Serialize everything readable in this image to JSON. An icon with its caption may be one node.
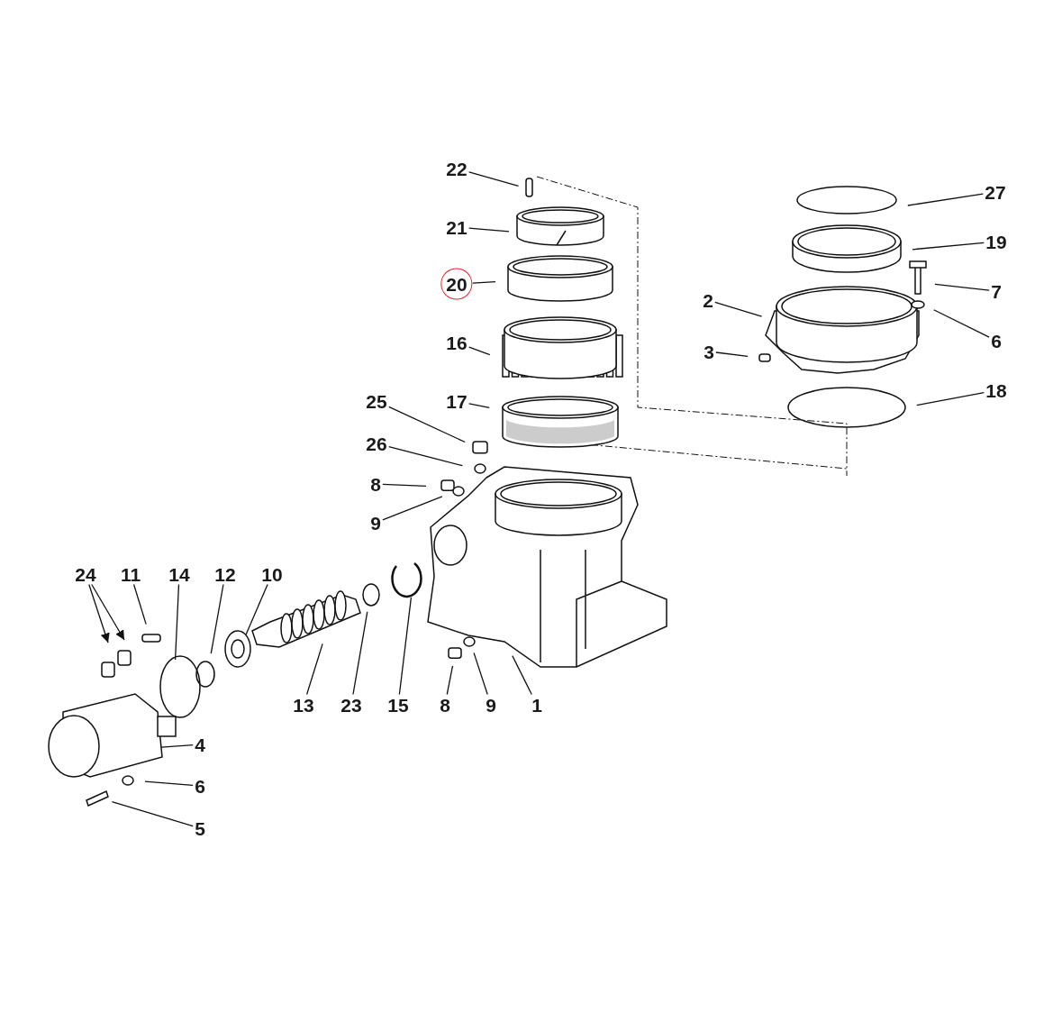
{
  "diagram": {
    "nodes": [
      {
        "text": [
          "22"
        ]
      },
      {
        "text": [
          "27"
        ]
      },
      {
        "text": [
          "21"
        ]
      },
      {
        "text": [
          "19"
        ]
      },
      {
        "text": [
          "20"
        ]
      },
      {
        "text": [
          "7"
        ]
      },
      {
        "text": [
          "2"
        ]
      },
      {
        "text": [
          "16"
        ]
      },
      {
        "text": [
          "6"
        ]
      },
      {
        "text": [
          "3"
        ]
      },
      {
        "text": [
          "25"
        ]
      },
      {
        "text": [
          "17"
        ]
      },
      {
        "text": [
          "18"
        ]
      },
      {
        "text": [
          "26"
        ]
      },
      {
        "text": [
          "8"
        ]
      },
      {
        "text": [
          "9"
        ]
      },
      {
        "text": [
          "24"
        ]
      },
      {
        "text": [
          "11"
        ]
      },
      {
        "text": [
          "14"
        ]
      },
      {
        "text": [
          "12"
        ]
      },
      {
        "text": [
          "10"
        ]
      },
      {
        "text": [
          "4"
        ]
      },
      {
        "text": [
          "6"
        ]
      },
      {
        "text": [
          "5"
        ]
      },
      {
        "text": [
          "13"
        ]
      },
      {
        "text": [
          "23"
        ]
      },
      {
        "text": [
          "15"
        ]
      },
      {
        "text": [
          "8"
        ]
      },
      {
        "text": [
          "9"
        ]
      },
      {
        "text": [
          "1"
        ]
      }
    ],
    "edges": [
      {
        "from": 0,
        "to": null,
        "arrow": "none"
      },
      {
        "from": 1,
        "to": null,
        "arrow": "none"
      },
      {
        "from": 2,
        "to": null,
        "arrow": "none"
      },
      {
        "from": 3,
        "to": null,
        "arrow": "none"
      },
      {
        "from": 4,
        "to": null,
        "arrow": "none"
      },
      {
        "from": 5,
        "to": null,
        "arrow": "none"
      },
      {
        "from": 6,
        "to": null,
        "arrow": "none"
      },
      {
        "from": 7,
        "to": null,
        "arrow": "none"
      },
      {
        "from": 8,
        "to": null,
        "arrow": "none"
      },
      {
        "from": 9,
        "to": null,
        "arrow": "none"
      },
      {
        "from": 10,
        "to": null,
        "arrow": "none"
      },
      {
        "from": 11,
        "to": null,
        "arrow": "none"
      },
      {
        "from": 12,
        "to": null,
        "arrow": "none"
      },
      {
        "from": 13,
        "to": null,
        "arrow": "none"
      },
      {
        "from": 14,
        "to": null,
        "arrow": "none"
      },
      {
        "from": 15,
        "to": null,
        "arrow": "none"
      },
      {
        "from": 16,
        "to": null,
        "arrow": "to"
      },
      {
        "from": 16,
        "to": null,
        "arrow": "to"
      },
      {
        "from": 17,
        "to": null,
        "arrow": "none"
      },
      {
        "from": 18,
        "to": null,
        "arrow": "none"
      },
      {
        "from": 19,
        "to": null,
        "arrow": "none"
      },
      {
        "from": 20,
        "to": null,
        "arrow": "none"
      },
      {
        "from": 21,
        "to": null,
        "arrow": "none"
      },
      {
        "from": 22,
        "to": null,
        "arrow": "none"
      },
      {
        "from": 23,
        "to": null,
        "arrow": "none"
      },
      {
        "from": 24,
        "to": null,
        "arrow": "none"
      },
      {
        "from": 25,
        "to": null,
        "arrow": "none"
      },
      {
        "from": 26,
        "to": null,
        "arrow": "none"
      },
      {
        "from": 27,
        "to": null,
        "arrow": "none"
      },
      {
        "from": 28,
        "to": null,
        "arrow": "none"
      },
      {
        "from": 29,
        "to": null,
        "arrow": "none"
      }
    ]
  }
}
